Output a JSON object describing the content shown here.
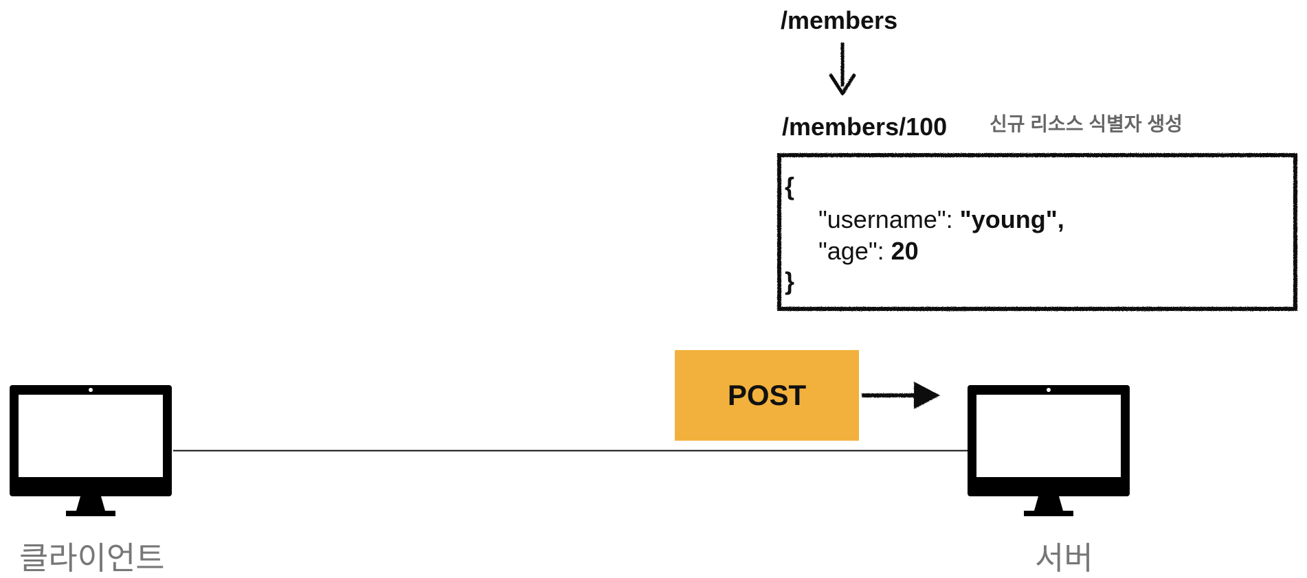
{
  "diagram": {
    "request_path": "/members",
    "created_path": "/members/100",
    "created_note": "신규 리소스 식별자 생성",
    "body": {
      "open_brace": "{",
      "line1_key": "\"username\":",
      "line1_value": " \"young\",",
      "line2_key": "\"age\":",
      "line2_value": " 20",
      "close_brace": "}"
    },
    "method": "POST",
    "client_label": "클라이언트",
    "server_label": "서버"
  },
  "colors": {
    "method_box": "#f2b13c",
    "ink": "#111111",
    "muted_text": "#666666"
  },
  "icons": {
    "client": "desktop-monitor-icon",
    "server": "desktop-monitor-icon"
  }
}
